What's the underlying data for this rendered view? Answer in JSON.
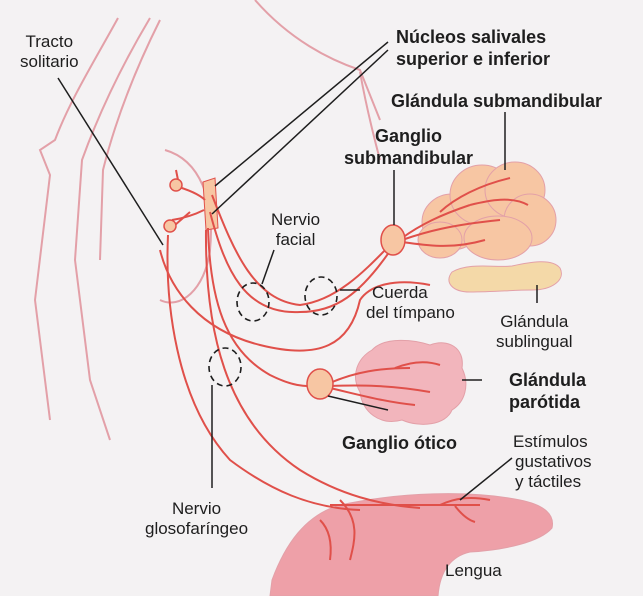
{
  "labels": {
    "tracto_solitario": [
      "Tracto",
      "solitario"
    ],
    "nucleos_salivales": [
      "Núcleos salivales",
      "superior e inferior"
    ],
    "glandula_submandibular": "Glándula submandibular",
    "ganglio_submandibular": [
      "Ganglio",
      "submandibular"
    ],
    "nervio_facial": [
      "Nervio",
      "facial"
    ],
    "cuerda_del_timpano": [
      "Cuerda",
      "del tímpano"
    ],
    "glandula_sublingual": [
      "Glándula",
      "sublingual"
    ],
    "glandula_parotida": [
      "Glándula",
      "parótida"
    ],
    "ganglio_otico": "Ganglio ótico",
    "estimulos": [
      "Estímulos",
      "gustativos",
      "y táctiles"
    ],
    "nervio_glosofaringeo": [
      "Nervio",
      "glosofaríngeo"
    ],
    "lengua": "Lengua"
  },
  "colors": {
    "background": "#f4f2f3",
    "nerve": "#e0504a",
    "gland_pink": "#f2b5bc",
    "gland_peach": "#f7c6a3",
    "sublingual": "#f4d9a8",
    "tongue": "#eea0a8",
    "outline": "#e3a0a8",
    "leader": "#1e1e1e"
  }
}
